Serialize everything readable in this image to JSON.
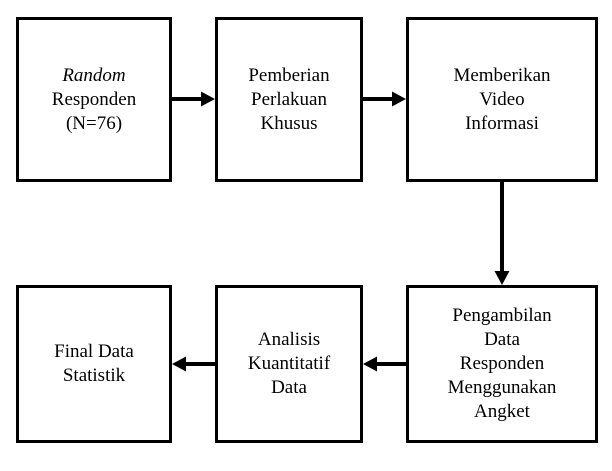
{
  "nodes": {
    "random_respondents": {
      "line1": "Random",
      "line2": "Responden",
      "line3": "(N=76)"
    },
    "special_treatment": {
      "line1": "Pemberian",
      "line2": "Perlakuan",
      "line3": "Khusus"
    },
    "video_information": {
      "line1": "Memberikan",
      "line2": "Video",
      "line3": "Informasi"
    },
    "data_collection": {
      "line1": "Pengambilan",
      "line2": "Data",
      "line3": "Responden",
      "line4": "Menggunakan",
      "line5": "Angket"
    },
    "quantitative_analysis": {
      "line1": "Analisis",
      "line2": "Kuantitatif",
      "line3": "Data"
    },
    "final_statistics": {
      "line1": "Final Data",
      "line2": "Statistik"
    }
  },
  "colors": {
    "stroke": "#000000",
    "background": "#ffffff"
  }
}
